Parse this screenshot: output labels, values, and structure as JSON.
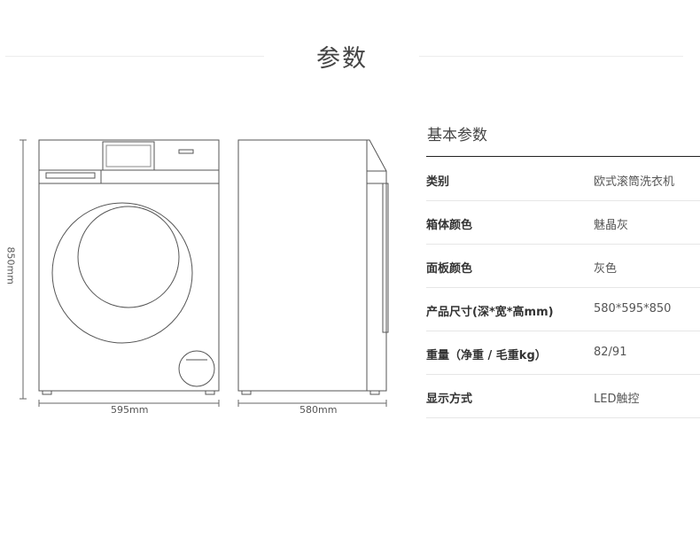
{
  "page": {
    "title": "参数"
  },
  "diagram": {
    "width_label": "595mm",
    "depth_label": "580mm",
    "height_label": "850mm"
  },
  "specs": {
    "heading": "基本参数",
    "rows": [
      {
        "label": "类别",
        "value": "欧式滚筒洗衣机"
      },
      {
        "label": "箱体颜色",
        "value": "魅晶灰"
      },
      {
        "label": "面板颜色",
        "value": "灰色"
      },
      {
        "label": "产品尺寸(深*宽*高mm)",
        "value": "580*595*850"
      },
      {
        "label": "重量（净重 / 毛重kg）",
        "value": "82/91"
      },
      {
        "label": "显示方式",
        "value": "LED触控"
      }
    ]
  }
}
